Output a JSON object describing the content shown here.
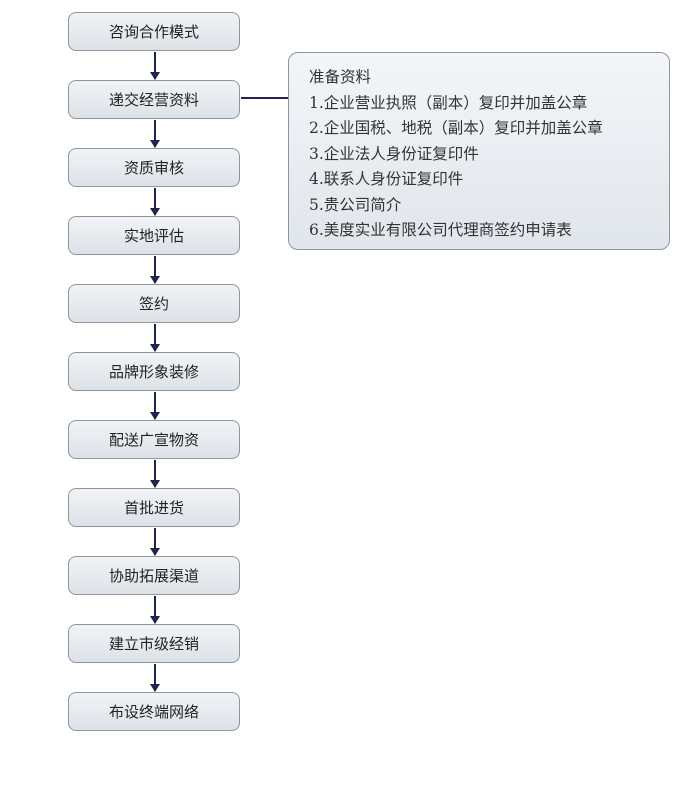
{
  "steps": [
    "咨询合作模式",
    "递交经营资料",
    "资质审核",
    "实地评估",
    "签约",
    "品牌形象装修",
    "配送广宣物资",
    "首批进货",
    "协助拓展渠道",
    "建立市级经销",
    "布设终端网络"
  ],
  "note": {
    "title": "准备资料",
    "items": [
      "1.企业营业执照（副本）复印并加盖公章",
      "2.企业国税、地税（副本）复印并加盖公章",
      "3.企业法人身份证复印件",
      "4.联系人身份证复印件",
      "5.贵公司简介",
      "6.美度实业有限公司代理商签约申请表"
    ]
  },
  "colors": {
    "arrow": "#1f2450",
    "box_border": "#8e959d"
  }
}
